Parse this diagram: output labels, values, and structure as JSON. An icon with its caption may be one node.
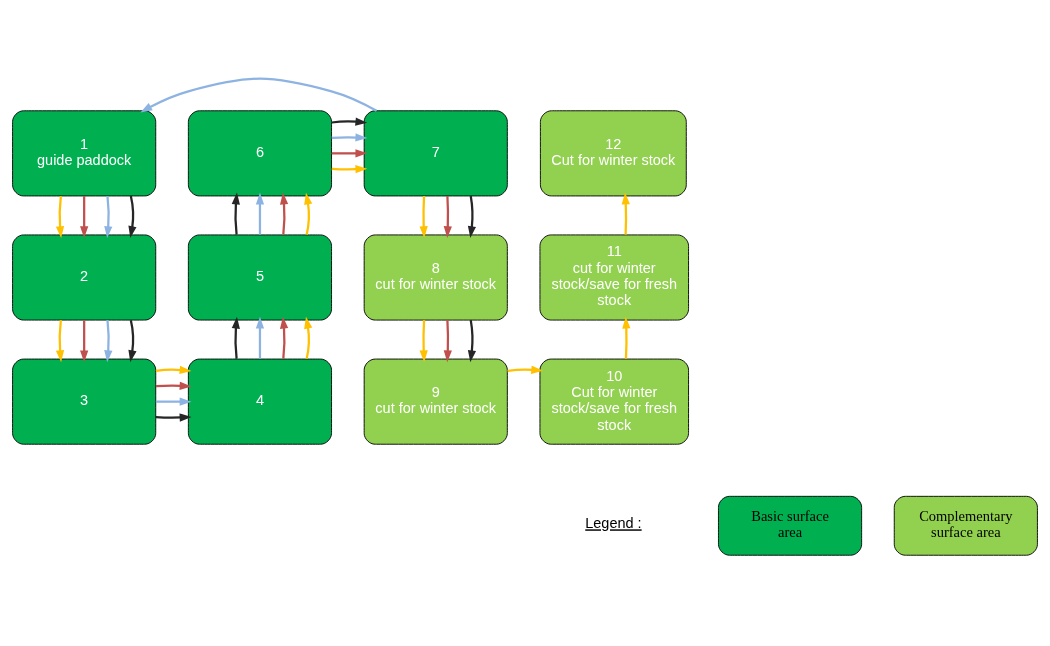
{
  "diagram": {
    "nodes": [
      {
        "text": [
          "1",
          "guide paddock"
        ]
      },
      {
        "text": [
          "2"
        ]
      },
      {
        "text": [
          "3"
        ]
      },
      {
        "text": [
          "4"
        ]
      },
      {
        "text": [
          "5"
        ]
      },
      {
        "text": [
          "6"
        ]
      },
      {
        "text": [
          "7"
        ]
      },
      {
        "text": [
          "8",
          "cut for winter stock"
        ]
      },
      {
        "text": [
          "9",
          "cut for winter stock"
        ]
      },
      {
        "text": [
          "10",
          "Cut for winter stock/save for fresh stock"
        ]
      },
      {
        "text": [
          "11",
          "cut for winter stock/save for fresh stock"
        ]
      },
      {
        "text": [
          "12",
          "Cut for winter stock"
        ]
      }
    ],
    "edges": [
      {
        "from": 6,
        "to": 0,
        "arrow": "to",
        "color": "#8db3e2"
      },
      {
        "from": 5,
        "to": 6,
        "arrow": "to",
        "color": "#ffc000"
      },
      {
        "from": 5,
        "to": 6,
        "arrow": "to",
        "color": "#c0504d"
      },
      {
        "from": 5,
        "to": 6,
        "arrow": "to",
        "color": "#8db3e2"
      },
      {
        "from": 5,
        "to": 6,
        "arrow": "to",
        "color": "#262626"
      },
      {
        "from": 0,
        "to": 1,
        "arrow": "to",
        "color": "#ffc000"
      },
      {
        "from": 0,
        "to": 1,
        "arrow": "to",
        "color": "#c0504d"
      },
      {
        "from": 0,
        "to": 1,
        "arrow": "to",
        "color": "#8db3e2"
      },
      {
        "from": 0,
        "to": 1,
        "arrow": "to",
        "color": "#262626"
      },
      {
        "from": 4,
        "to": 5,
        "arrow": "to",
        "color": "#262626"
      },
      {
        "from": 4,
        "to": 5,
        "arrow": "to",
        "color": "#8db3e2"
      },
      {
        "from": 4,
        "to": 5,
        "arrow": "to",
        "color": "#c0504d"
      },
      {
        "from": 4,
        "to": 5,
        "arrow": "to",
        "color": "#ffc000"
      },
      {
        "from": 6,
        "to": 7,
        "arrow": "to",
        "color": "#ffc000"
      },
      {
        "from": 6,
        "to": 7,
        "arrow": "to",
        "color": "#c0504d"
      },
      {
        "from": 6,
        "to": 7,
        "arrow": "to",
        "color": "#262626"
      },
      {
        "from": 10,
        "to": 11,
        "arrow": "to",
        "color": "#ffc000"
      },
      {
        "from": 1,
        "to": 2,
        "arrow": "to",
        "color": "#ffc000"
      },
      {
        "from": 1,
        "to": 2,
        "arrow": "to",
        "color": "#c0504d"
      },
      {
        "from": 1,
        "to": 2,
        "arrow": "to",
        "color": "#8db3e2"
      },
      {
        "from": 1,
        "to": 2,
        "arrow": "to",
        "color": "#262626"
      },
      {
        "from": 3,
        "to": 4,
        "arrow": "to",
        "color": "#262626"
      },
      {
        "from": 3,
        "to": 4,
        "arrow": "to",
        "color": "#8db3e2"
      },
      {
        "from": 3,
        "to": 4,
        "arrow": "to",
        "color": "#c0504d"
      },
      {
        "from": 3,
        "to": 4,
        "arrow": "to",
        "color": "#ffc000"
      },
      {
        "from": 7,
        "to": 8,
        "arrow": "to",
        "color": "#ffc000"
      },
      {
        "from": 7,
        "to": 8,
        "arrow": "to",
        "color": "#c0504d"
      },
      {
        "from": 7,
        "to": 8,
        "arrow": "to",
        "color": "#262626"
      },
      {
        "from": 9,
        "to": 10,
        "arrow": "to",
        "color": "#ffc000"
      },
      {
        "from": 2,
        "to": 3,
        "arrow": "to",
        "color": "#262626"
      },
      {
        "from": 2,
        "to": 3,
        "arrow": "to",
        "color": "#8db3e2"
      },
      {
        "from": 2,
        "to": 3,
        "arrow": "to",
        "color": "#c0504d"
      },
      {
        "from": 2,
        "to": 3,
        "arrow": "to",
        "color": "#ffc000"
      },
      {
        "from": 8,
        "to": 9,
        "arrow": "to",
        "color": "#ffc000"
      }
    ],
    "labels": [
      "Legend :"
    ],
    "legend": [
      {
        "text": "Basic surface area",
        "color": "#00b050"
      },
      {
        "text": "Complementary surface area",
        "color": "#92d050"
      }
    ]
  }
}
